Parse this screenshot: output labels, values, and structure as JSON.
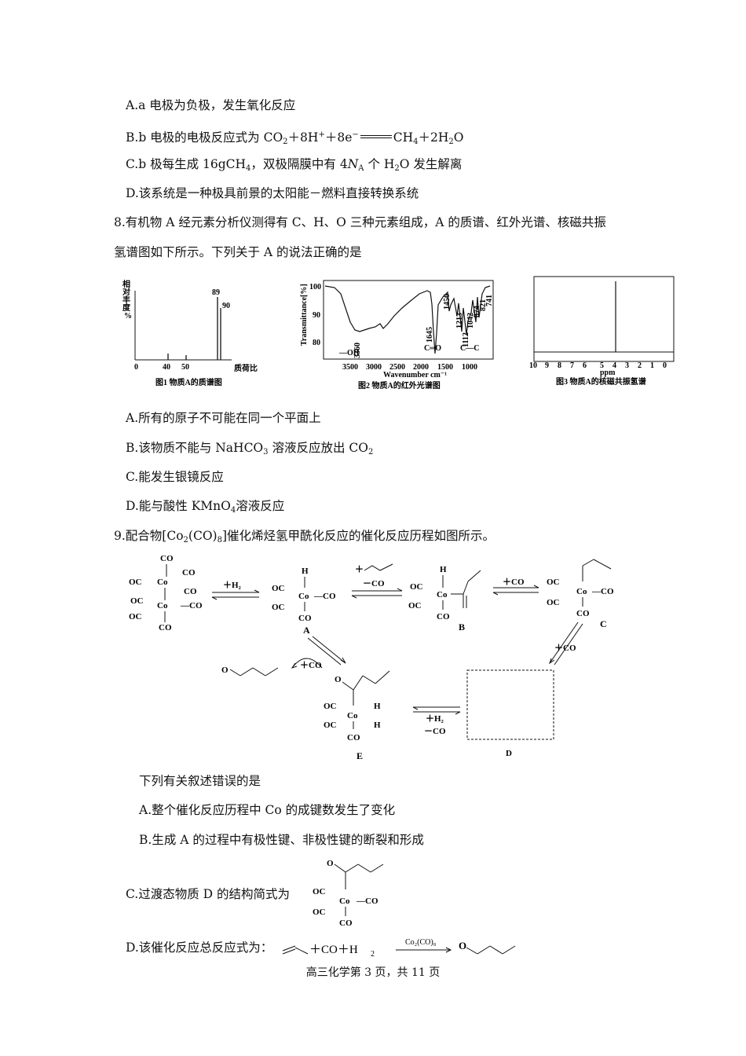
{
  "q7": {
    "a": "A.a 电极为负极，发生氧化反应",
    "b_pre": "B.b 电极的电极反应式为 CO",
    "b_mid1": "＋8H",
    "b_mid2": "＋8e",
    "b_mid3": "CH",
    "b_mid4": "＋2H",
    "b_end": "O",
    "c_pre": "C.b 极每生成 16gCH",
    "c_mid": "，双极隔膜中有 4",
    "c_na": "N",
    "c_a": "A",
    "c_end": " 个 H",
    "c_end2": "O 发生解离",
    "d": "D.该系统是一种极具前景的太阳能－燃料直接转换系统"
  },
  "q8": {
    "stem1": "8.有机物 A 经元素分析仪测得有 C、H、O 三种元素组成，A 的质谱、红外光谱、核磁共振",
    "stem2": "氢谱图如下所示。下列关于 A 的说法正确的是",
    "fig1": {
      "ylabel": [
        "相",
        "对",
        "丰",
        "度",
        "%"
      ],
      "xlabel": "质荷比",
      "caption": "图1  物质A的质谱图",
      "ticks": [
        "0",
        "40",
        "50"
      ],
      "peak1": "89",
      "peak2": "90"
    },
    "fig2": {
      "ylabel": "Transmittance[%]",
      "xlabel": "Wavenumber cm⁻¹",
      "caption": "图2  物质A的红外光谱图",
      "yticks": [
        "100",
        "90",
        "80"
      ],
      "xticks": [
        "3500",
        "3000",
        "2500",
        "2000",
        "1500",
        "1000"
      ],
      "bands": [
        "3360",
        "1645",
        "1456",
        "1213",
        "1112",
        "1042",
        "874",
        "821",
        "741"
      ],
      "groups": [
        "—OH",
        "C═O",
        "C—C"
      ]
    },
    "fig3": {
      "xlabel": "ppm",
      "caption": "图3  物质A的核磁共振氢谱",
      "ticks": [
        "10",
        "9",
        "8",
        "7",
        "6",
        "5",
        "4",
        "3",
        "2",
        "1",
        "0"
      ]
    },
    "a": "A.所有的原子不可能在同一个平面上",
    "b_pre": "B.该物质不能与 NaHCO",
    "b_mid": " 溶液反应放出 CO",
    "c": "C.能发生银镜反应",
    "d_pre": "D.能与酸性 KMnO",
    "d_end": "溶液反应"
  },
  "q9": {
    "stem_pre": "9.配合物[Co",
    "stem_mid": "(CO)",
    "stem_end": "]催化烯烃氢甲酰化反应的催化反应历程如图所示。",
    "labels": {
      "A": "A",
      "B": "B",
      "C": "C",
      "D": "D",
      "E": "E"
    },
    "arrows": {
      "h2": "＋H₂",
      "alkene": "＋",
      "minus_co": "－CO",
      "plus_co": "＋CO",
      "h2b": "＋H₂",
      "minus_co2": "－CO"
    },
    "chem": {
      "co": "CO",
      "oc": "OC",
      "co_dash": "—CO",
      "co_atom": "Co",
      "h": "H",
      "o": "O"
    },
    "lead": "下列有关叙述错误的是",
    "a": "A.整个催化反应历程中 Co 的成键数发生了变化",
    "b": "B.生成 A 的过程中有极性键、非极性键的断裂和形成",
    "c": "C.过渡态物质 D 的结构简式为",
    "d_pre": "D.该催化反应总反应式为：",
    "d_mid": "＋CO＋H",
    "catalyst": "Co₂(CO)₈"
  },
  "footer": "高三化学第   3 页，共 11 页"
}
